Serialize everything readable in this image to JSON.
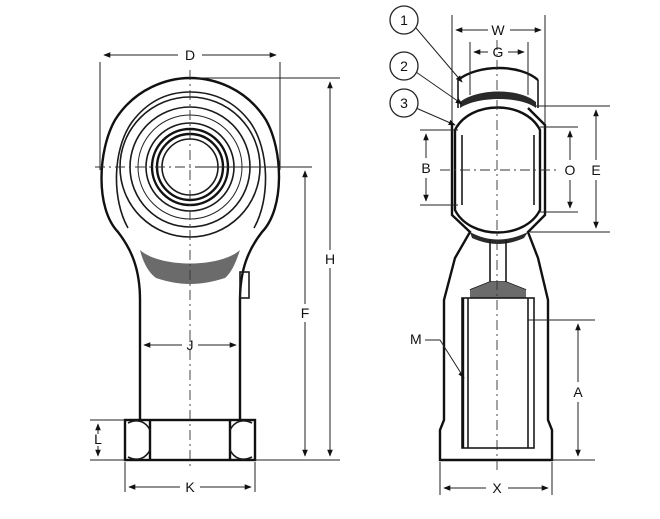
{
  "labels": {
    "D": "D",
    "H": "H",
    "F": "F",
    "J": "J",
    "L": "L",
    "K": "K",
    "W": "W",
    "G": "G",
    "B": "B",
    "O": "O",
    "E": "E",
    "M": "M",
    "A": "A",
    "X": "X"
  },
  "callouts": {
    "one": "1",
    "two": "2",
    "three": "3"
  }
}
